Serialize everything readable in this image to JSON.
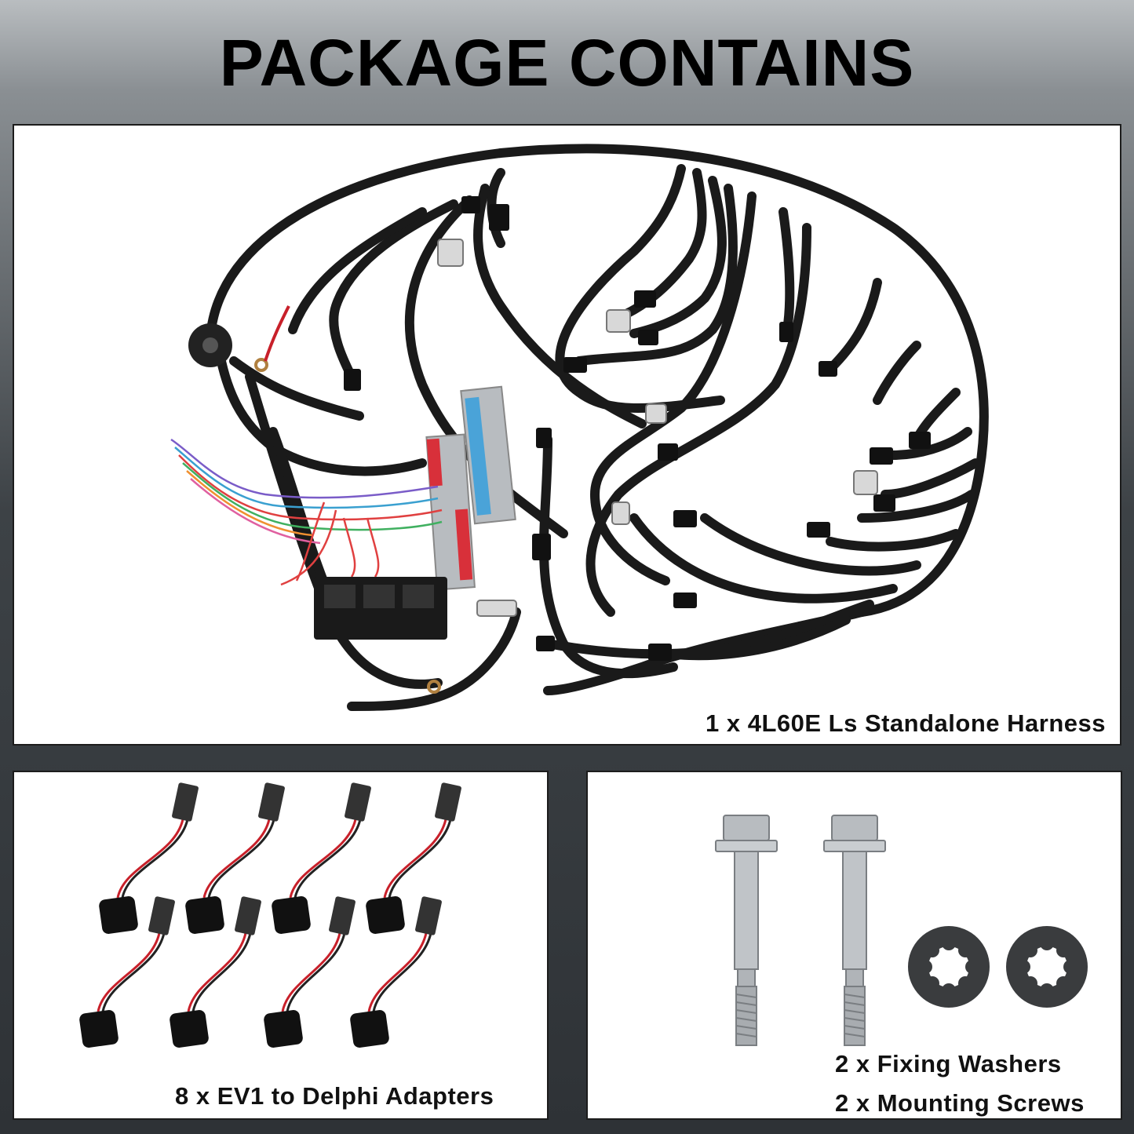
{
  "title": "PACKAGE CONTAINS",
  "panels": {
    "harness": {
      "caption": "1 x 4L60E Ls Standalone Harness"
    },
    "adapters": {
      "caption": "8 x EV1 to Delphi Adapters"
    },
    "hardware": {
      "caption_washers": "2 x Fixing Washers",
      "caption_screws": "2 x Mounting Screws"
    }
  },
  "colors": {
    "wire_loom": "#1a1a1a",
    "ecu_blue": "#4aa3d8",
    "ecu_red": "#d8303a",
    "metal": "#b8bcc0",
    "adapter_wire_red": "#c8202a"
  }
}
